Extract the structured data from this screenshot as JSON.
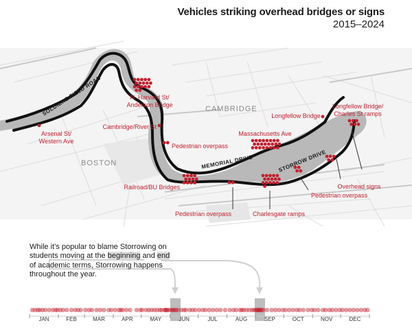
{
  "title": "Vehicles striking overhead bridges or signs",
  "subtitle": "2015–2024",
  "colors": {
    "dot": "#c4202f",
    "road": "#111111",
    "water": "#b9b9b9",
    "land": "#f2f2f2",
    "label": "#c01e2e",
    "callout": "#d8d8d8"
  },
  "map": {
    "areas": [
      "CAMBRIDGE",
      "BOSTON"
    ],
    "roads": [
      "SOLDIERS FIELD ROAD",
      "MEMORIAL DRIVE",
      "STORROW DRIVE"
    ],
    "locations": [
      {
        "label_lines": [
          "N. Harvard St/",
          "Anderson Bridge"
        ],
        "strikes": 17
      },
      {
        "label_lines": [
          "Cambridge/River St"
        ],
        "strikes": 1
      },
      {
        "label_lines": [
          "Arsenal St/",
          "Western Ave"
        ],
        "strikes": 1
      },
      {
        "label_lines": [
          "Pedestrian overpass"
        ],
        "strikes": 2
      },
      {
        "label_lines": [
          "Railroad/BU Bridges"
        ],
        "strikes": 12
      },
      {
        "label_lines": [
          "Pedestrian overpass"
        ],
        "strikes": 2
      },
      {
        "label_lines": [
          "Massachusetts Ave"
        ],
        "strikes": 24
      },
      {
        "label_lines": [
          "Charlesgate ramps"
        ],
        "strikes": 16
      },
      {
        "label_lines": [
          "Pedestrian overpass"
        ],
        "strikes": 4
      },
      {
        "label_lines": [
          "Overhead signs"
        ],
        "strikes": 5
      },
      {
        "label_lines": [
          "Longfellow Bridge"
        ],
        "strikes": 1
      },
      {
        "label_lines": [
          "Longfellow Bridge/",
          "Charles St ramps"
        ],
        "strikes": 6
      }
    ]
  },
  "note": {
    "text_before": "While it’s popular to blame Storrowing on students moving at the ",
    "highlight_1": "beginning",
    "text_middle": " and ",
    "highlight_2": "end",
    "text_after": " of academic terms, Storrowing happens throughout the year."
  },
  "timeline": {
    "months": [
      "JAN",
      "FEB",
      "MAR",
      "APR",
      "MAY",
      "JUN",
      "JUL",
      "AUG",
      "SEP",
      "OCT",
      "NOV",
      "DEC"
    ],
    "highlighted_periods": [
      "end of May",
      "beginning of September"
    ],
    "strike_days": [
      3,
      6,
      9,
      11,
      14,
      17,
      21,
      25,
      28,
      30,
      33,
      36,
      40,
      45,
      49,
      52,
      55,
      60,
      64,
      67,
      72,
      76,
      80,
      85,
      88,
      92,
      96,
      98,
      100,
      104,
      108,
      115,
      119,
      121,
      125,
      128,
      131,
      134,
      137,
      140,
      142,
      145,
      146,
      147,
      148,
      150,
      152,
      154,
      155,
      157,
      159,
      163,
      166,
      168,
      172,
      175,
      178,
      182,
      186,
      189,
      193,
      197,
      201,
      205,
      210,
      215,
      219,
      222,
      226,
      228,
      230,
      233,
      236,
      239,
      241,
      243,
      244,
      245,
      246,
      247,
      248,
      249,
      251,
      255,
      260,
      264,
      268,
      272,
      275,
      279,
      283,
      287,
      290,
      294,
      299,
      303,
      306,
      310,
      315,
      318,
      322,
      325,
      329,
      333,
      336,
      340,
      344,
      348,
      352,
      356,
      360,
      363
    ]
  }
}
